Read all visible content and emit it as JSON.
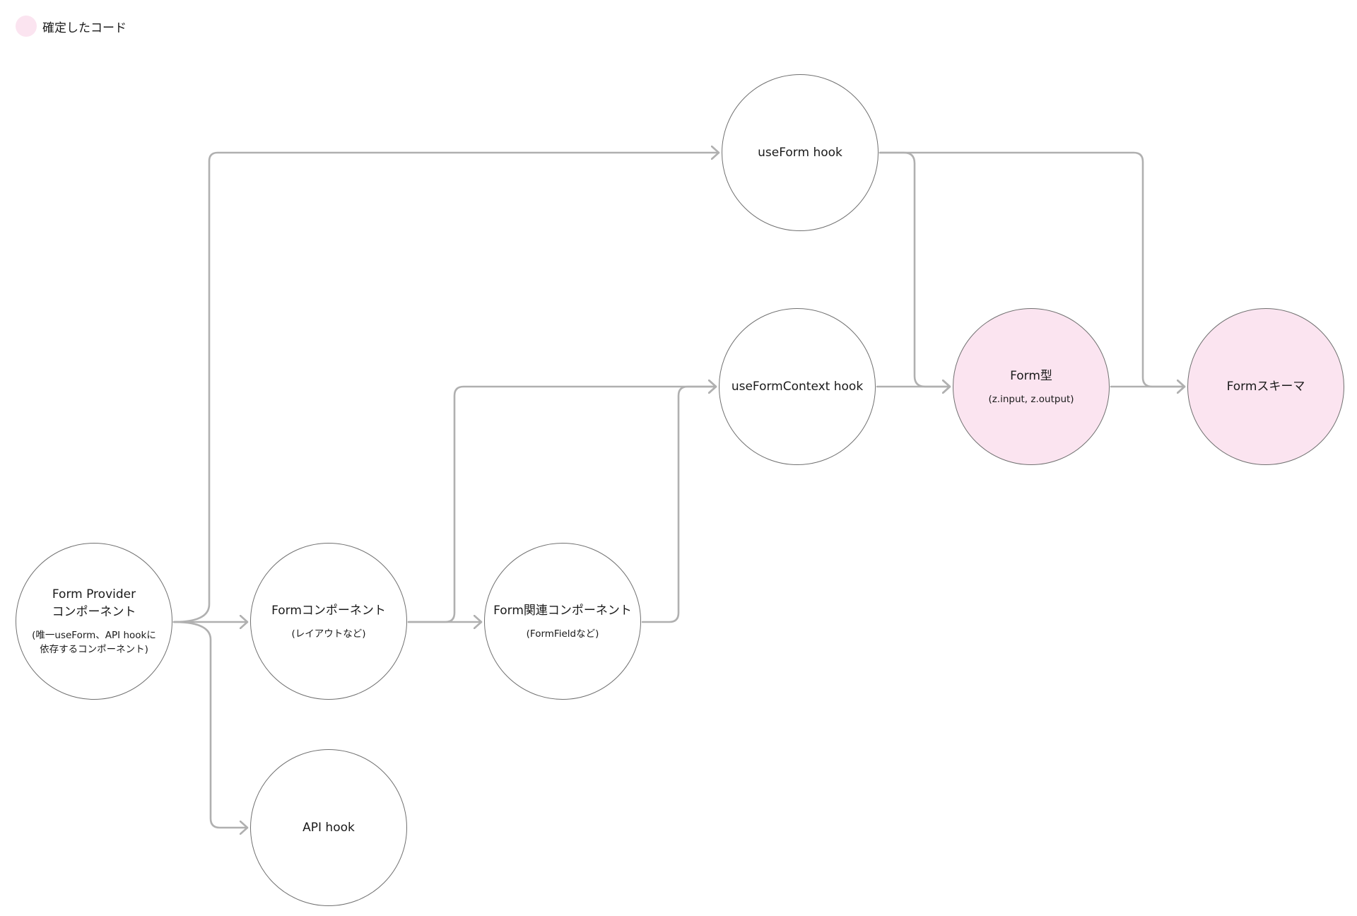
{
  "legend": {
    "label": "確定したコード",
    "color": "#fbe4f0"
  },
  "colors": {
    "node_fill": "#ffffff",
    "confirmed_fill": "#fbe4f0",
    "node_stroke": "#707070",
    "edge_stroke": "#b0b0b0"
  },
  "nodes": {
    "form_provider": {
      "title": "Form Provider\nコンポーネント",
      "subtitle": "(唯一useForm、API hookに\n依存するコンポーネント)",
      "confirmed": false
    },
    "form_component": {
      "title": "Formコンポーネント",
      "subtitle": "(レイアウトなど)",
      "confirmed": false
    },
    "form_related": {
      "title": "Form関連コンポーネント",
      "subtitle": "(FormFieldなど)",
      "confirmed": false
    },
    "api_hook": {
      "title": "API hook",
      "confirmed": false
    },
    "use_form": {
      "title": "useForm hook",
      "confirmed": false
    },
    "use_form_context": {
      "title": "useFormContext hook",
      "confirmed": false
    },
    "form_type": {
      "title": "Form型",
      "subtitle": "(z.input, z.output)",
      "confirmed": true
    },
    "form_schema": {
      "title": "Formスキーマ",
      "confirmed": true
    }
  },
  "edges": [
    {
      "from": "form_provider",
      "to": "use_form"
    },
    {
      "from": "form_provider",
      "to": "form_component"
    },
    {
      "from": "form_provider",
      "to": "api_hook"
    },
    {
      "from": "form_component",
      "to": "use_form_context"
    },
    {
      "from": "form_component",
      "to": "form_related"
    },
    {
      "from": "form_related",
      "to": "use_form_context"
    },
    {
      "from": "use_form",
      "to": "form_type"
    },
    {
      "from": "use_form",
      "to": "form_schema"
    },
    {
      "from": "use_form_context",
      "to": "form_type"
    },
    {
      "from": "form_type",
      "to": "form_schema"
    }
  ]
}
